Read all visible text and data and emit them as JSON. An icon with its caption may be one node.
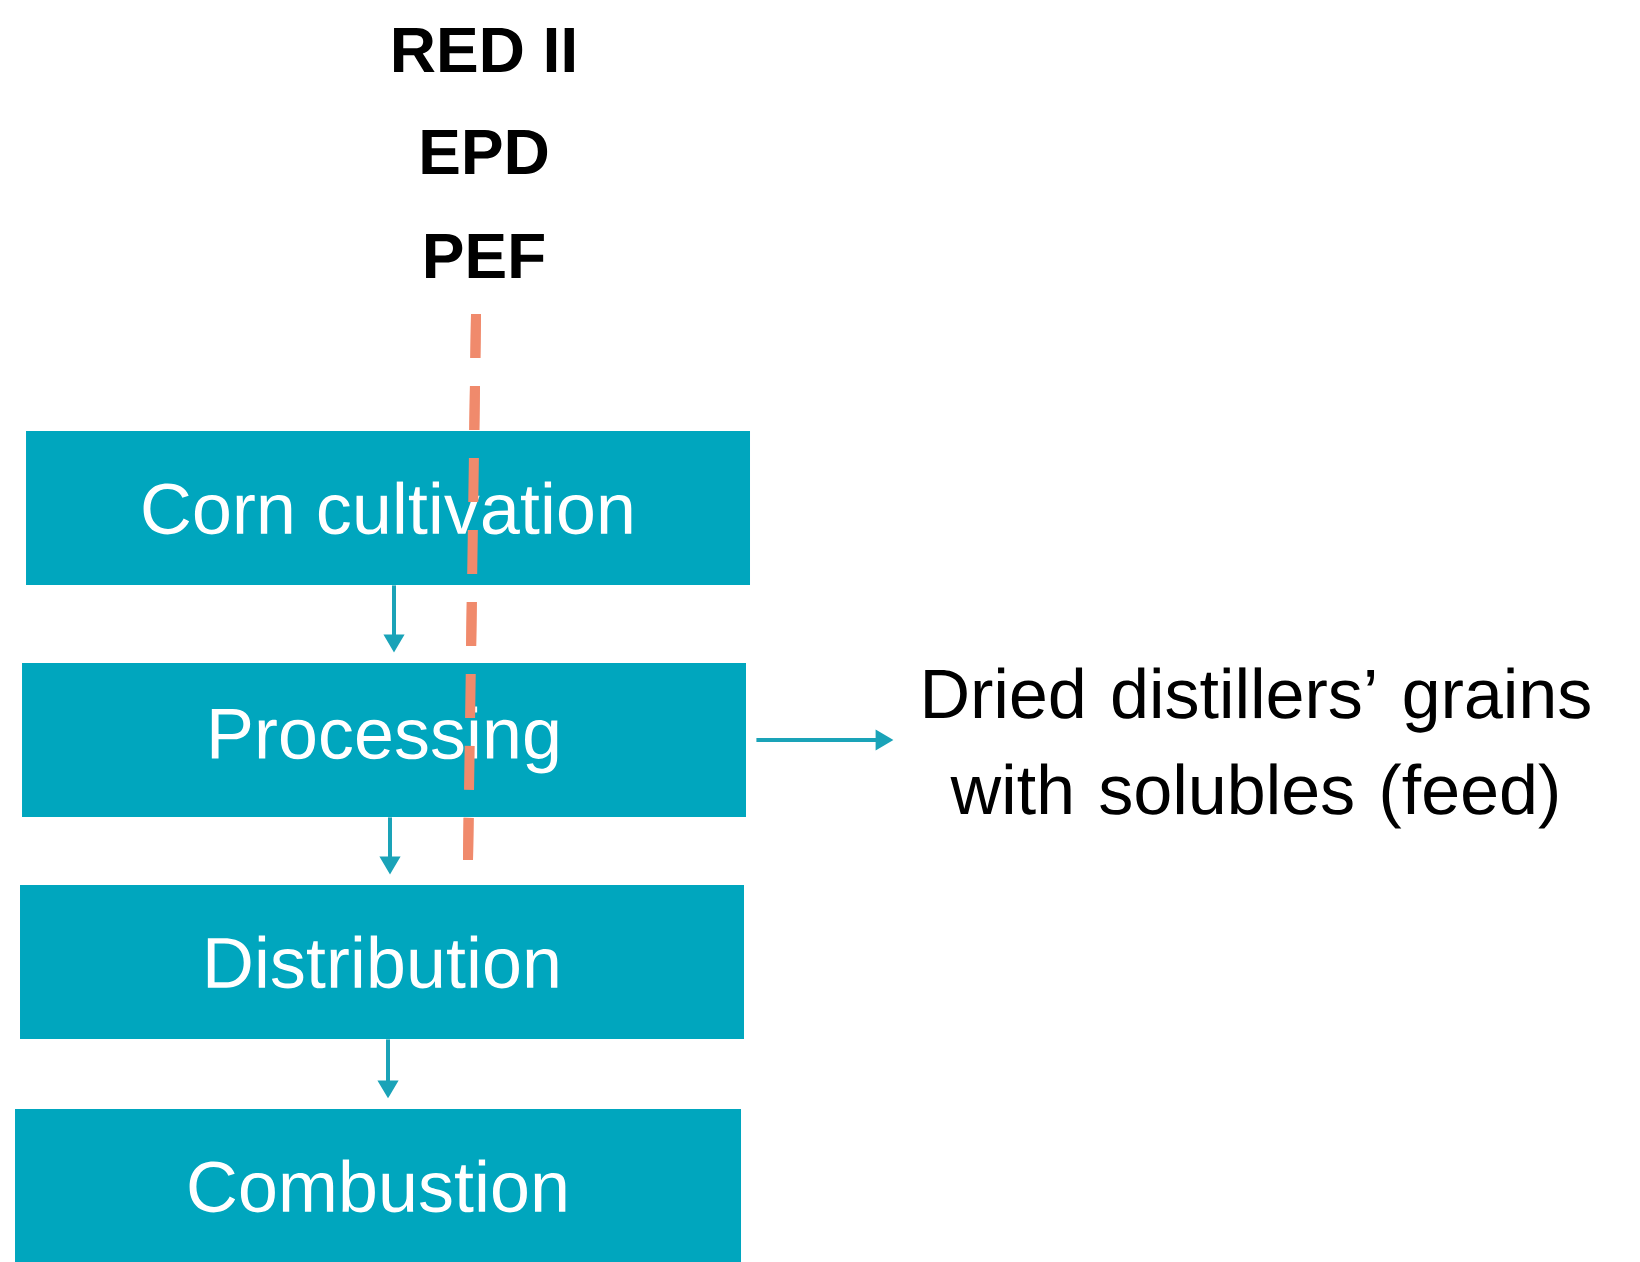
{
  "diagram": {
    "nodes": [
      {
        "text": [
          "Corn cultivation"
        ]
      },
      {
        "text": [
          "Processing"
        ]
      },
      {
        "text": [
          "Distribution"
        ]
      },
      {
        "text": [
          "Combustion"
        ]
      },
      {
        "text": [
          "Dried distillers’ grains with solubles (feed)"
        ]
      }
    ],
    "edges": [
      {
        "from": 0,
        "to": 1,
        "arrow": "to"
      },
      {
        "from": 1,
        "to": 2,
        "arrow": "to"
      },
      {
        "from": 2,
        "to": 3,
        "arrow": "to"
      },
      {
        "from": 1,
        "to": 4,
        "arrow": "to"
      }
    ],
    "labels": [
      "RED II",
      "EPD",
      "PEF"
    ]
  }
}
